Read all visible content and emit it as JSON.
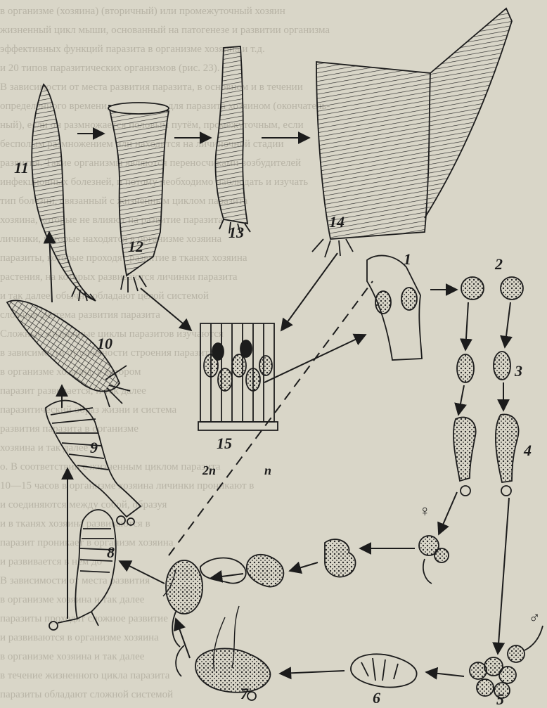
{
  "background_text_lines": [
    "в организме (хозяина) (вторичный) или промежуточный хозяин",
    "жизненный цикл мыши, основанный на патогенезе и развитии организма",
    "эффективных функций паразита в организме хозяина и т.д.",
    "и 20 типов паразитических организмов (рис. 23).",
    "В зависимости от места развития паразита, в основном и в течении",
    "определённого времени, определяют для паразита хозяином (окончатель-",
    "ный), если он размножается половым путём, промежуточным, если",
    "бесполым размножением или находится на личиночной стадии",
    "развития. Такие организмы являются переносчиками возбудителей",
    "инфекционных болезней, и потому необходимо наблюдать и изучать",
    "тип болезни, связанный с жизненным циклом паразита",
    "хозяина, которые не влияют на развитие паразита",
    "личинки, которые находятся в организме хозяина",
    "паразиты, которые проходят развитие в тканях хозяина",
    "растения, на которых развиваются личинки паразита",
    "и так далее; обычно обладают целой системой",
    "сложная система развития паразита",
    "Сложные жизненные циклы паразитов изучаются",
    "в зависимости от сложности строения паразита",
    "в организме хозяина, в котором",
    "паразит развивается, и так далее",
    "паразитический образ жизни и система",
    "развития паразита в организме",
    "хозяина и так далее",
    "о. В соответствии с жизненным циклом паразита",
    "10—15 часов в организме хозяина личинки проникают в",
    "и соединяются между собой, образуя",
    "и в тканях хозяина развиваются в",
    "паразит проникает в организм хозяина",
    "и развивается в нём до",
    "В зависимости от места развития",
    "в организме хозяина и так далее",
    "паразиты проходят сложное развитие",
    "и развиваются в организме хозяина",
    "в организме хозяина и так далее",
    "в течение жизненного цикла паразита",
    "паразиты обладают сложной системой"
  ],
  "labels": {
    "n1": "1",
    "n2": "2",
    "n3": "3",
    "n4": "4",
    "n5": "5",
    "n6": "6",
    "n7": "7",
    "n8": "8",
    "n9": "9",
    "n10": "10",
    "n11": "11",
    "n12": "12",
    "n13": "13",
    "n14": "14",
    "n15": "15",
    "p2": "2п",
    "p": "п",
    "female": "♀",
    "male": "♂"
  }
}
